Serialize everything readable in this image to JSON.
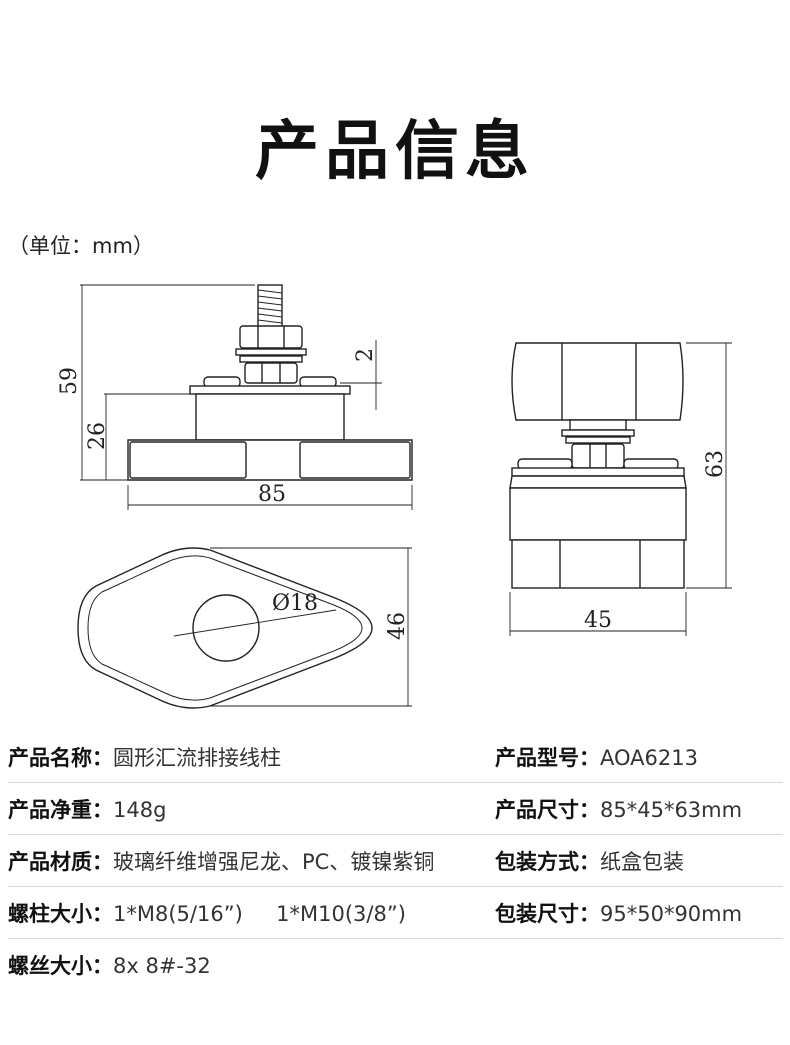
{
  "header": {
    "title": "产品信息",
    "unit": "（单位：mm）"
  },
  "dimensions": {
    "height_total": "59",
    "height_base": "26",
    "nut_gap": "2",
    "length": "85",
    "hole_diameter": "Ø18",
    "width_top": "46",
    "height_side": "63",
    "width_side": "45"
  },
  "specs": {
    "name_label": "产品名称：",
    "name_value": "圆形汇流排接线柱",
    "model_label": "产品型号：",
    "model_value": "AOA6213",
    "weight_label": "产品净重：",
    "weight_value": "148g",
    "size_label": "产品尺寸：",
    "size_value": "85*45*63mm",
    "material_label": "产品材质：",
    "material_value": "玻璃纤维增强尼龙、PC、镀镍紫铜",
    "packing_label": "包装方式：",
    "packing_value": "纸盒包装",
    "stud_label": "螺柱大小：",
    "stud_value": "1*M8(5/16”)     1*M10(3/8”)",
    "pack_size_label": "包装尺寸：",
    "pack_size_value": "95*50*90mm",
    "screw_label": "螺丝大小：",
    "screw_value": "8x 8#-32"
  }
}
